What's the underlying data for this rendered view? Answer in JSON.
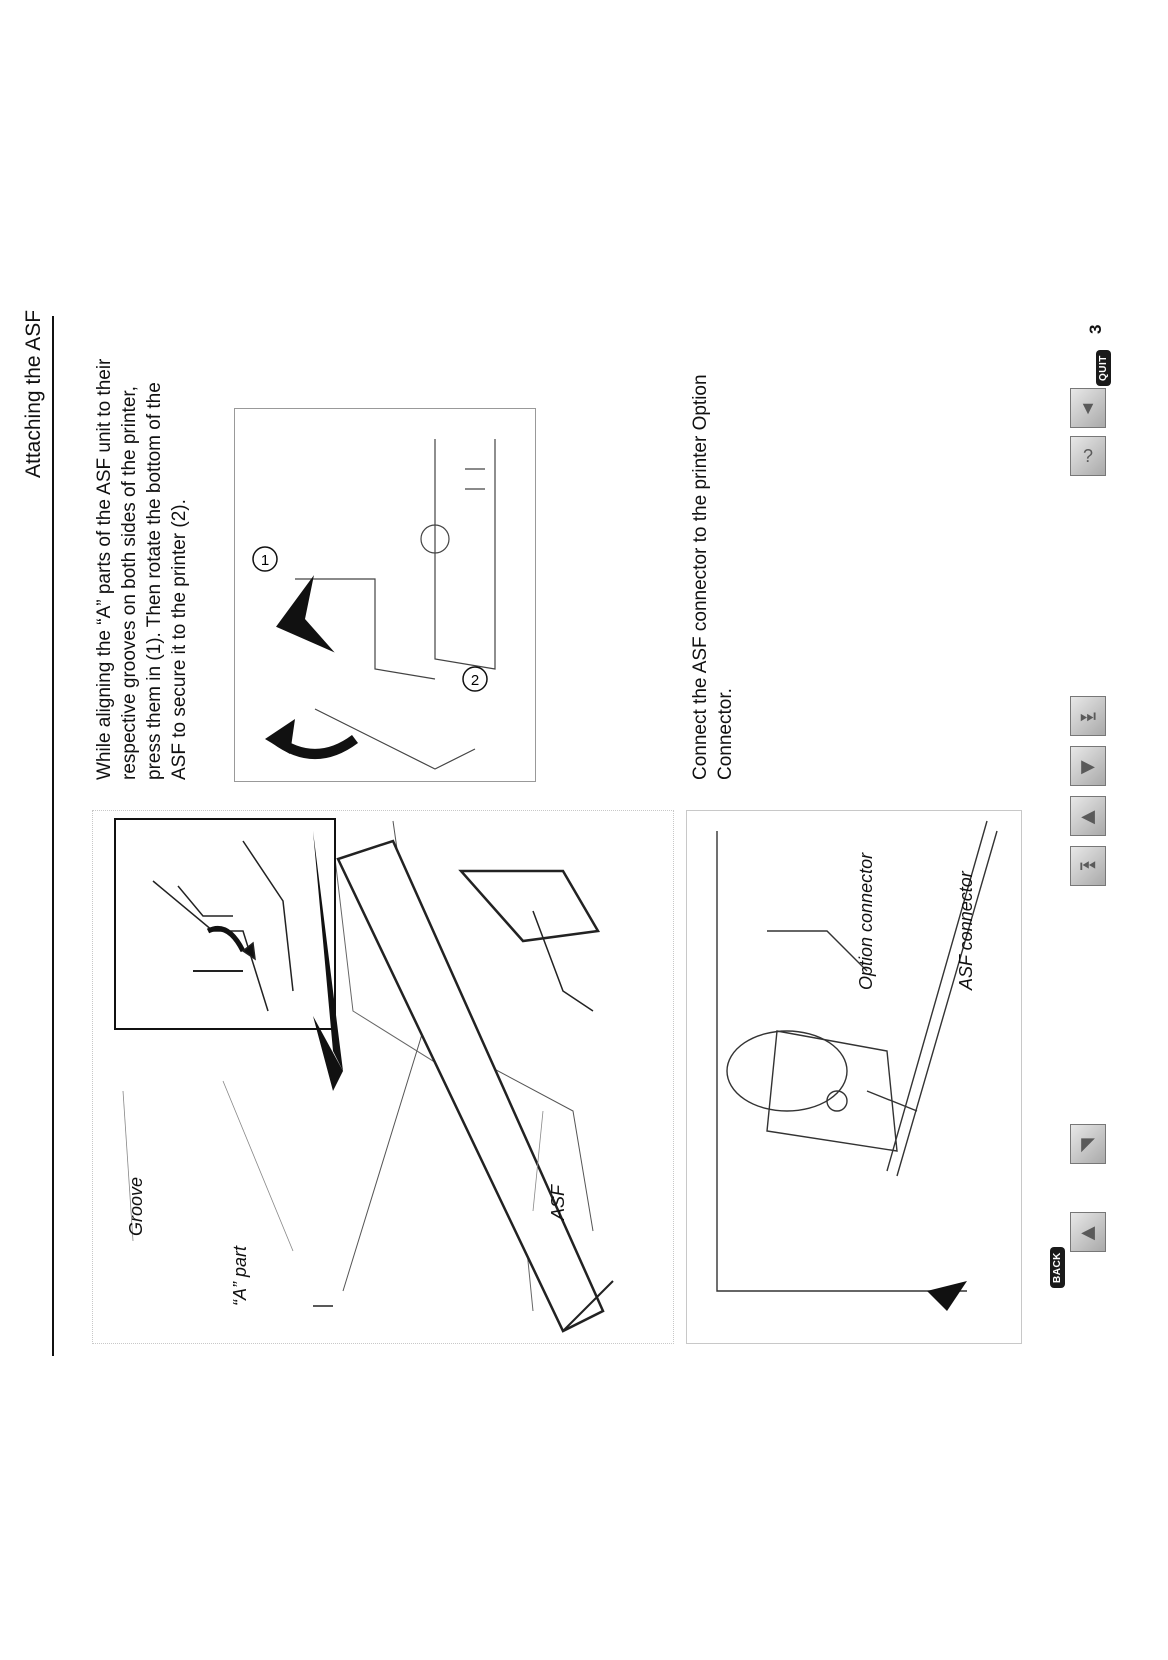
{
  "header": {
    "title": "Attaching the ASF",
    "page_number": "3"
  },
  "steps": [
    {
      "text_lines": [
        "While aligning the “A” parts of the ASF unit to their",
        "respective grooves on both sides of the printer,",
        "press them in (1). Then rotate the bottom of the",
        "ASF to secure it to the printer (2)."
      ]
    },
    {
      "text_lines": [
        "Connect the ASF connector to the printer Option",
        "Connector."
      ]
    }
  ],
  "figure_labels": {
    "groove": "Groove",
    "a_part": "“A” part",
    "asf": "ASF",
    "option_connector": "Option connector",
    "asf_connector": "ASF connector",
    "callout_1": "1",
    "callout_2": "2"
  },
  "nav": {
    "back_label": "BACK",
    "quit_label": "QUIT",
    "icons": [
      "back-icon",
      "previous-page-icon",
      "first-page-icon",
      "previous-icon",
      "next-icon",
      "last-page-icon",
      "help-icon",
      "quit-icon"
    ]
  }
}
